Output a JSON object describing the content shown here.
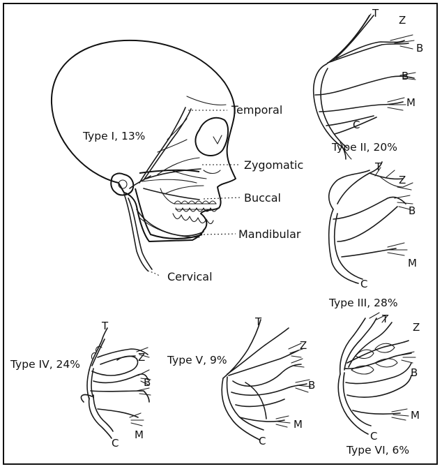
{
  "skull_labels": {
    "temporal": "Temporal",
    "zygomatic": "Zygomatic",
    "buccal": "Buccal",
    "mandibular": "Mandibular",
    "cervical": "Cervical"
  },
  "types": [
    {
      "label": "Type I, 13%"
    },
    {
      "label": "Type II, 20%"
    },
    {
      "label": "Type III, 28%"
    },
    {
      "label": "Type IV, 24%"
    },
    {
      "label": "Type V, 9%"
    },
    {
      "label": "Type VI, 6%"
    }
  ],
  "branch_letters": {
    "temporal": "T",
    "zygomatic": "Z",
    "buccal": "B",
    "mandibular": "M",
    "cervical": "C"
  }
}
